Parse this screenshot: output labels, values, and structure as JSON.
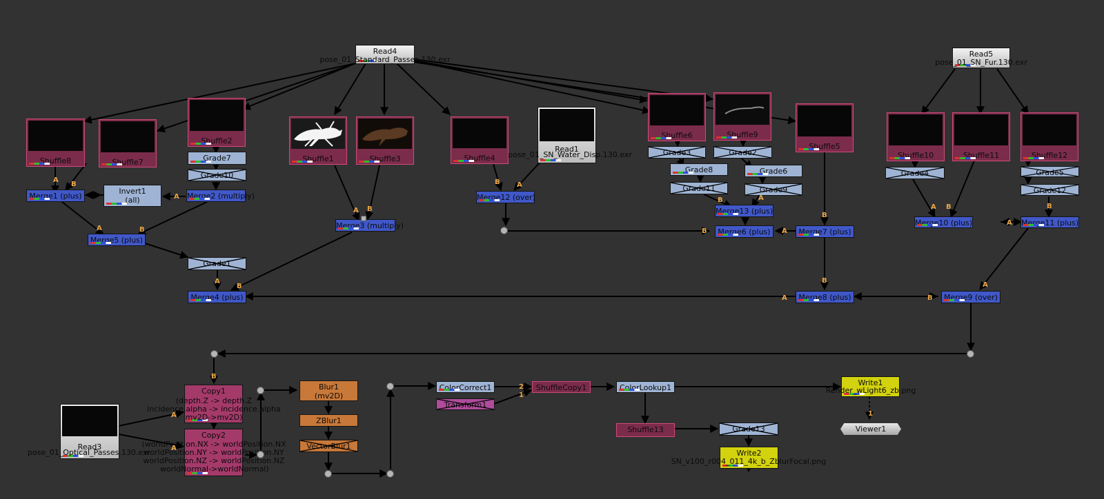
{
  "nodes": {
    "read4": {
      "name": "Read4",
      "file": "pose_01_Standard_Passes.130.exr"
    },
    "read5": {
      "name": "Read5",
      "file": "pose_01_SN_Fur.130.exr"
    },
    "read1": {
      "name": "Read1",
      "file": "pose_01_SN_Water_Disp.130.exr"
    },
    "read3": {
      "name": "Read3",
      "file": "pose_01_Optical_Passes.130.exr"
    },
    "shuffle8": "Shuffle8",
    "shuffle7": "Shuffle7",
    "shuffle2": "Shuffle2",
    "shuffle1": "Shuffle1",
    "shuffle3": "Shuffle3",
    "shuffle4": "Shuffle4",
    "shuffle6": "Shuffle6",
    "shuffle9": "Shuffle9",
    "shuffle5": "Shuffle5",
    "shuffle10": "Shuffle10",
    "shuffle11": "Shuffle11",
    "shuffle12": "Shuffle12",
    "shuffle13": "Shuffle13",
    "grade7": "Grade7",
    "grade10": "Grade10",
    "grade3": "Grade3",
    "grade2": "Grade2",
    "grade8": "Grade8",
    "grade6": "Grade6",
    "grade11": "Grade11",
    "grade9": "Grade9",
    "grade4": "Grade4",
    "grade5": "Grade5",
    "grade12": "Grade12",
    "grade1": "Grade1",
    "grade13": "Grade13",
    "invert1": {
      "name": "Invert1",
      "mode": "(all)"
    },
    "merge1": "Merge1 (plus)",
    "merge2": "Merge2 (multiply)",
    "merge3": "Merge3 (multiply)",
    "merge5": "Merge5 (plus)",
    "merge4": "Merge4 (plus)",
    "merge12": "Merge12 (over)",
    "merge13": "Merge13 (plus)",
    "merge6": "Merge6 (plus)",
    "merge7": "Merge7 (plus)",
    "merge10": "Merge10 (plus)",
    "merge11": "Merge11 (plus)",
    "merge8": "Merge8 (plus)",
    "merge9": "Merge9 (over)",
    "copy1": {
      "name": "Copy1",
      "lines": [
        "(depth.Z -> depth.Z",
        "incidence.alpha -> incidence.alpha",
        "mv2D->mv2D)"
      ]
    },
    "copy2": {
      "name": "Copy2",
      "lines": [
        "(worldPosition.NX -> worldPosition.NX",
        "worldPosition.NY -> worldPosition.NY",
        "worldPosition.NZ -> worldPosition.NZ",
        "worldNormal->worldNormal)"
      ]
    },
    "blur1": {
      "name": "Blur1",
      "mode": "(mv2D)"
    },
    "zblur1": "ZBlur1",
    "vectorblur1": "VectorBlur1",
    "colorcorrect1": "ColorCorrect1",
    "transform1": "Transform1",
    "shufflecopy1": "ShuffleCopy1",
    "colorlookup1": "ColorLookup1",
    "write1": {
      "name": "Write1",
      "file": "Render_wLight6_zb.png"
    },
    "write2": {
      "name": "Write2",
      "file": "SN_v100_r004_011_4k_b_ZblurFocal.png"
    },
    "viewer1": "Viewer1"
  },
  "input_labels": {
    "a": "A",
    "b": "B",
    "one": "1",
    "two": "2"
  },
  "colors": {
    "background": "#323232",
    "shuffle": "#7b2c4b",
    "grade": "#9fb4d4",
    "merge": "#4058c8",
    "read": "#dcdcdc",
    "blur": "#c87838",
    "write": "#d2d20e",
    "copy": "#a43a6a",
    "input_label": "#e8a64a",
    "wire": "#000000"
  }
}
